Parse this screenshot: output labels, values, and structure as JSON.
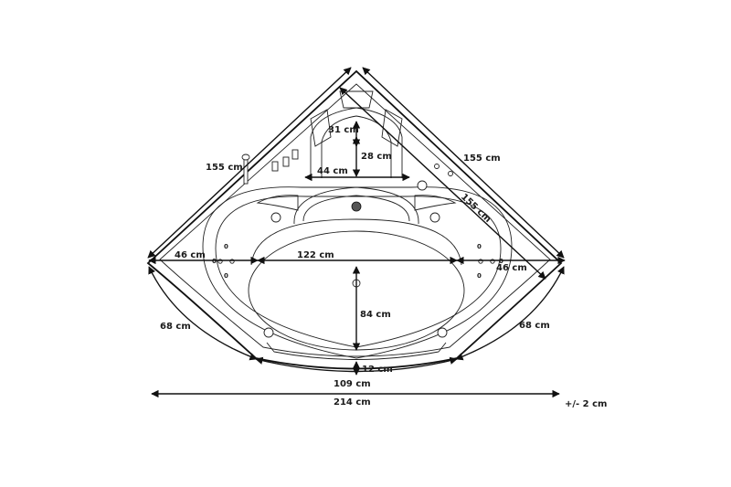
{
  "labels": {
    "side_left": "155 cm",
    "side_right": "155 cm",
    "diagonal": "155 cm",
    "top_gap": "31 cm",
    "headrest_depth": "28 cm",
    "headrest_width": "44 cm",
    "ledge_left": "46 cm",
    "ledge_right": "46 cm",
    "inner_width": "122 cm",
    "arc_left": "68 cm",
    "arc_right": "68 cm",
    "inner_depth": "84 cm",
    "front_ledge": "12 cm",
    "front_width": "109 cm",
    "total_width": "214 cm",
    "tolerance": "+/- 2 cm"
  },
  "jet_marks": [
    "0",
    "0",
    "0",
    "0",
    "0",
    "0"
  ]
}
